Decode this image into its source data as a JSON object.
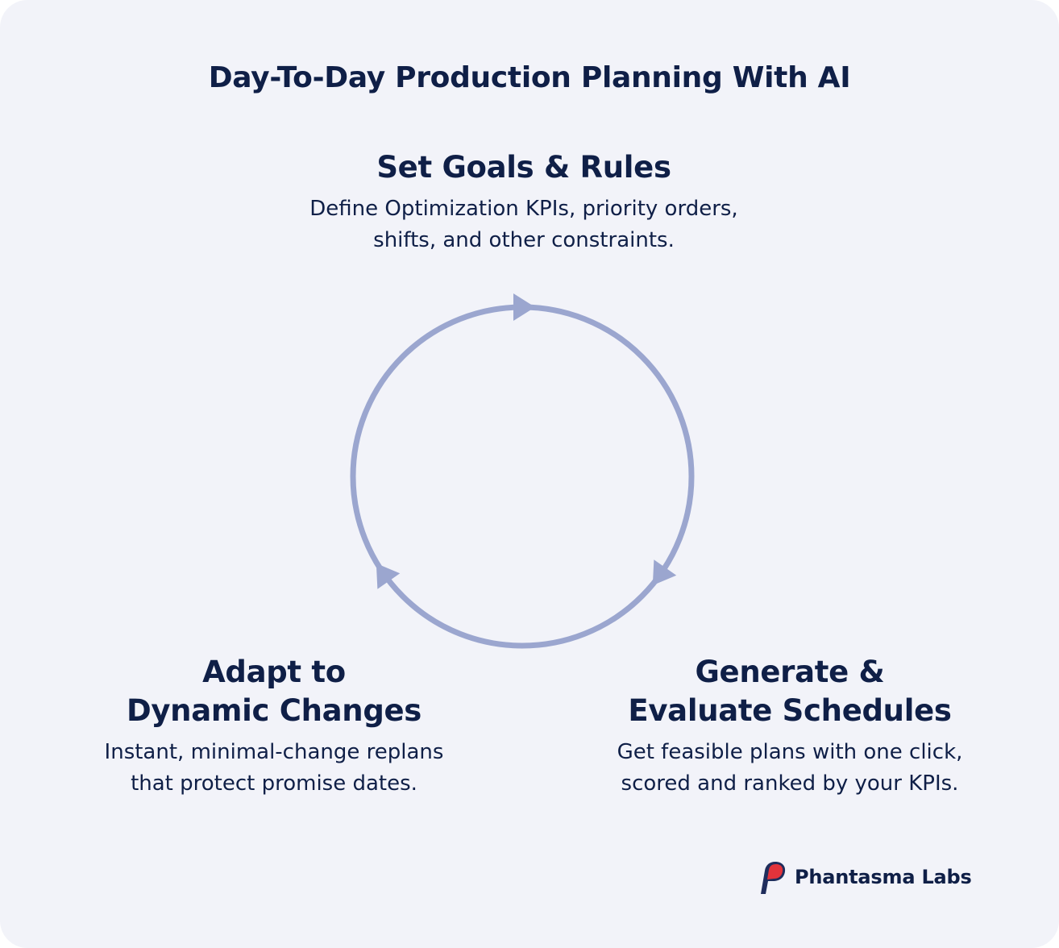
{
  "title": "Day-To-Day Production Planning With AI",
  "steps": {
    "top": {
      "title_lines": [
        "Set Goals & Rules"
      ],
      "desc_lines": [
        "Define Optimization KPIs, priority orders,",
        "shifts, and other constraints."
      ]
    },
    "right": {
      "title_lines": [
        "Generate &",
        "Evaluate Schedules"
      ],
      "desc_lines": [
        "Get feasible plans with one click,",
        "scored and ranked by your KPIs."
      ]
    },
    "left": {
      "title_lines": [
        "Adapt to",
        "Dynamic Changes"
      ],
      "desc_lines": [
        "Instant, minimal-change replans",
        "that protect promise dates."
      ]
    }
  },
  "brand": {
    "name": "Phantasma Labs",
    "logo_icon": "phantasma-p-logo-icon"
  },
  "colors": {
    "background": "#f2f3f9",
    "text": "#0f1f47",
    "cycle": "#9ba6cf",
    "logo_red": "#e2333b",
    "logo_navy": "#1f2d5c"
  }
}
